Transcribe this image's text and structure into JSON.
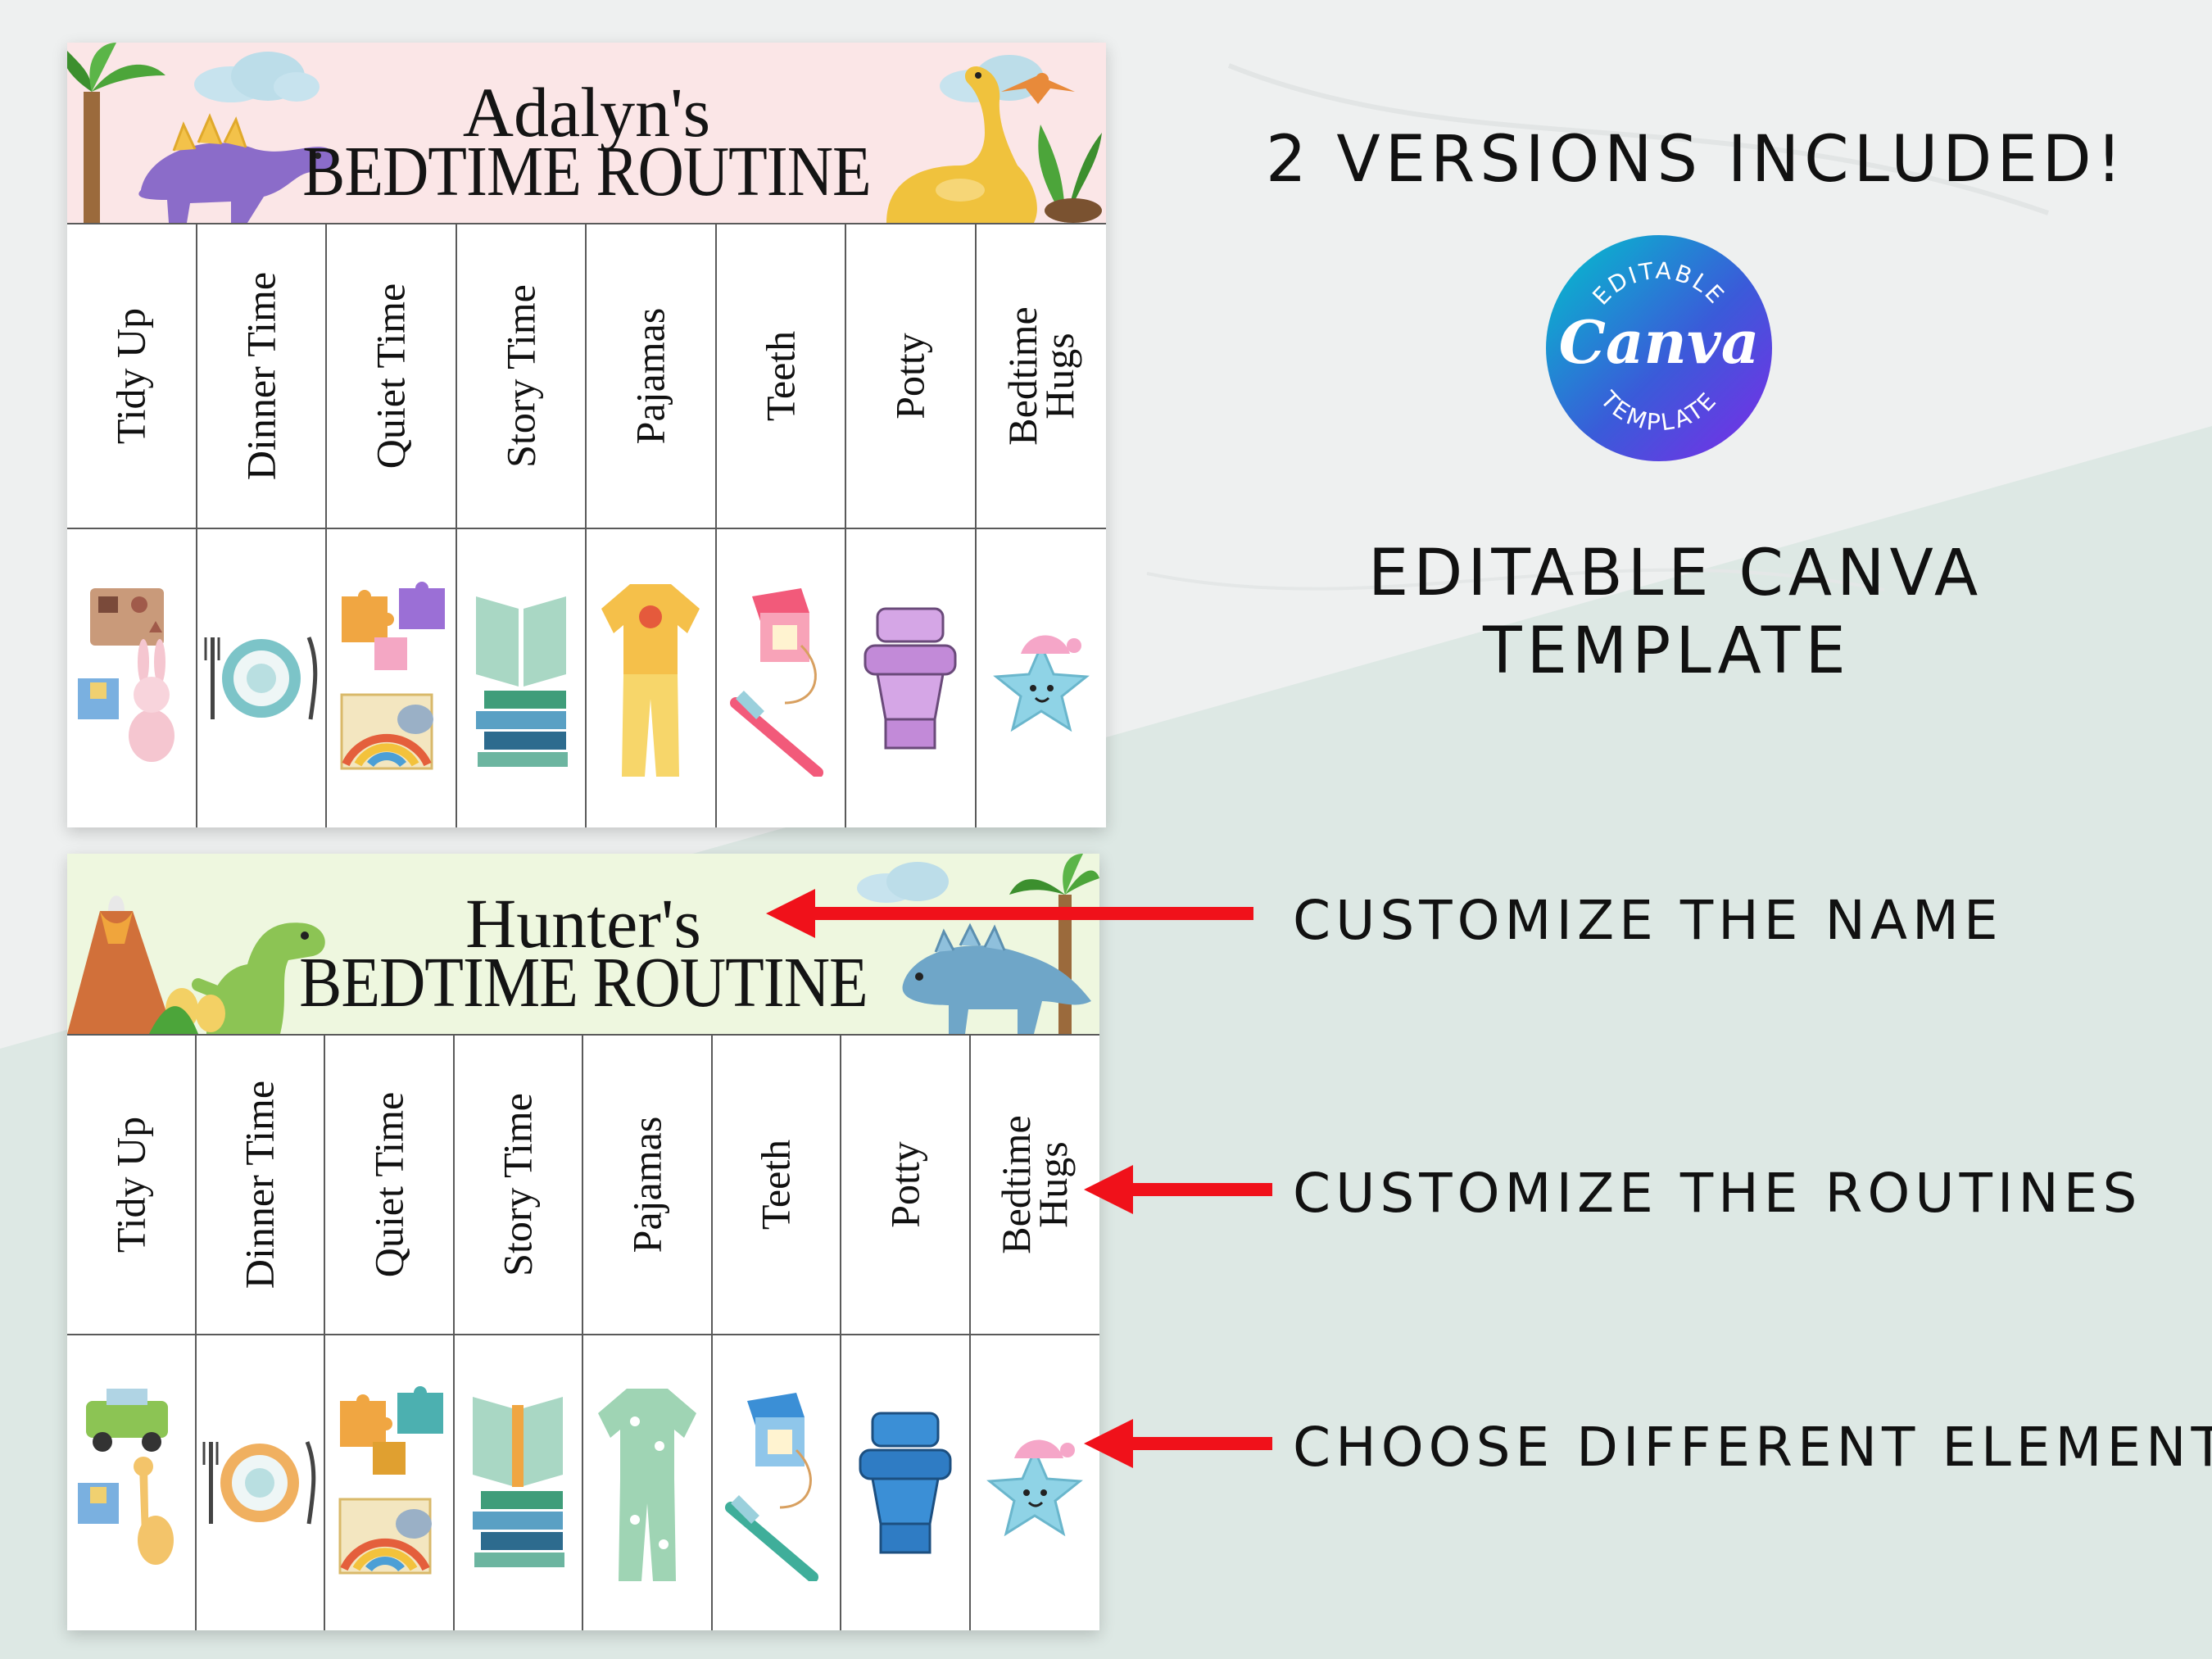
{
  "charts": [
    {
      "name": "Adalyn's",
      "subtitle": "BEDTIME ROUTINE",
      "header_color": "#fbe6e7",
      "routines": [
        "Tidy Up",
        "Dinner Time",
        "Quiet Time",
        "Story Time",
        "Pajamas",
        "Teeth",
        "Potty",
        "Bedtime Hugs"
      ],
      "icons": [
        "toys-icon",
        "plate-icon",
        "puzzle-art-icon",
        "books-icon",
        "pajamas-icon",
        "toothbrush-floss-icon",
        "toilet-icon",
        "sleepy-star-icon"
      ]
    },
    {
      "name": "Hunter's",
      "subtitle": "BEDTIME ROUTINE",
      "header_color": "#eef7df",
      "routines": [
        "Tidy Up",
        "Dinner Time",
        "Quiet Time",
        "Story Time",
        "Pajamas",
        "Teeth",
        "Potty",
        "Bedtime Hugs"
      ],
      "icons": [
        "toys-icon",
        "plate-icon",
        "puzzle-art-icon",
        "books-icon",
        "pajamas-icon",
        "toothbrush-floss-icon",
        "toilet-icon",
        "sleepy-star-icon"
      ]
    }
  ],
  "headline": "2 VERSIONS INCLUDED!",
  "badge": {
    "top_text": "EDITABLE",
    "brand": "Canva",
    "bottom_text": "TEMPLATE",
    "gradient": [
      "#00c4cc",
      "#7d2ae8"
    ]
  },
  "tagline_line1": "EDITABLE CANVA",
  "tagline_line2": "TEMPLATE",
  "callouts": {
    "name": "CUSTOMIZE THE NAME",
    "routines": "CUSTOMIZE THE ROUTINES",
    "elements": "CHOOSE DIFFERENT ELEMENTS"
  },
  "colors": {
    "arrow": "#f0111a",
    "background_light": "#eef0f0",
    "background_mint": "#dde8e4"
  }
}
